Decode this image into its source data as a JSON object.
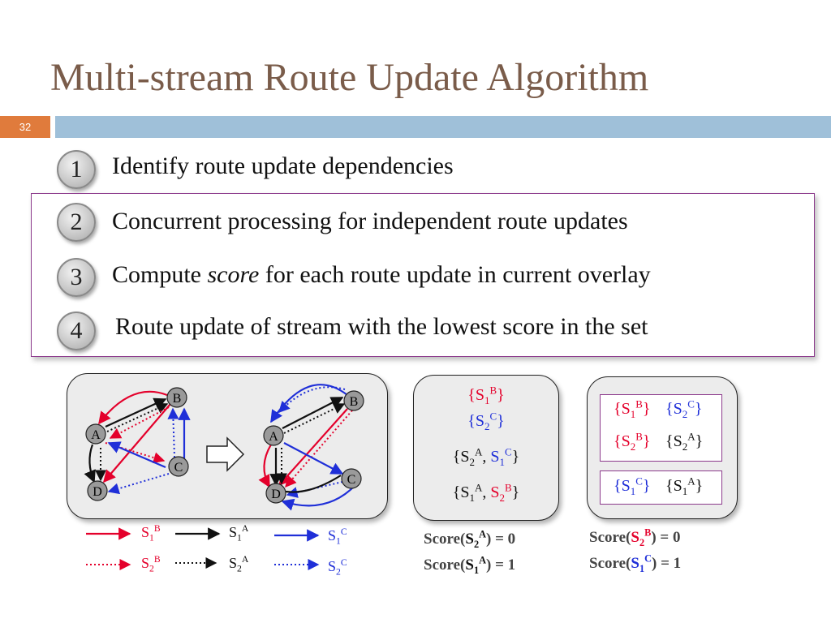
{
  "title": "Multi-stream Route Update Algorithm",
  "slide_number": "32",
  "steps": [
    {
      "num": "1",
      "text": "Identify route update dependencies"
    },
    {
      "num": "2",
      "text": "Concurrent processing for independent route updates"
    },
    {
      "num": "3",
      "text_before": "Compute ",
      "text_italic": "score",
      "text_after": " for each route update in current overlay"
    },
    {
      "num": "4",
      "text": "Route update of stream with the lowest score in the set"
    }
  ],
  "nodes": {
    "a": "A",
    "b": "B",
    "c": "C",
    "d": "D"
  },
  "token": {
    "S": "S",
    "sub1": "1",
    "sub2": "2",
    "A": "A",
    "B": "B",
    "C": "C",
    "lb": "{",
    "rb": "}",
    "comma": ", "
  },
  "score": {
    "prefix": "Score(",
    "eq0": ") = 0",
    "eq1": ") = 1"
  },
  "colors": {
    "title": "#7a5c4a",
    "slide_number_bg": "#e07b3c",
    "bar": "#9fc0d9",
    "box_border": "#8c3a8c",
    "red": "#e4002b",
    "blue": "#1f2fd8",
    "black": "#111111",
    "panel": "#ececec"
  }
}
